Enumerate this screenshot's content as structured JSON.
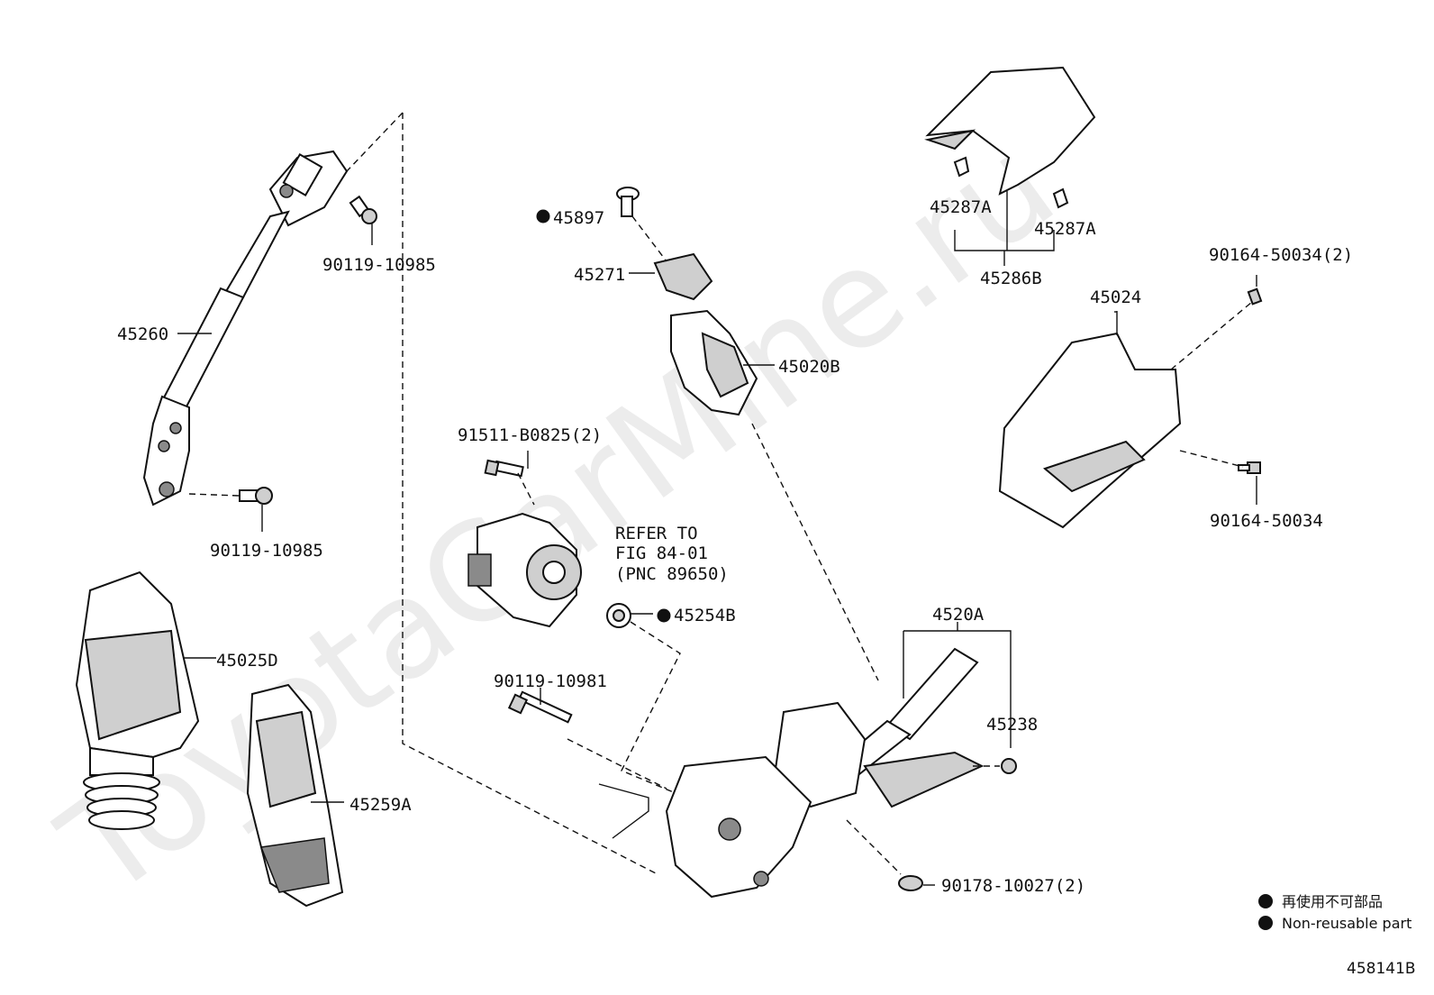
{
  "watermark": "ToyotaCarMine.ru",
  "diagram_code": "458141B",
  "legend": {
    "japanese": "再使用不可部品",
    "english": "Non-reusable part"
  },
  "labels": {
    "p45260": "45260",
    "p90119_10985_top": "90119-10985",
    "p90119_10985_bottom": "90119-10985",
    "p45025D": "45025D",
    "p45259A": "45259A",
    "p45897": "45897",
    "p45271": "45271",
    "p45020B": "45020B",
    "p91511": "91511-B0825(2)",
    "refer_line1": "REFER TO",
    "refer_line2": "FIG 84-01",
    "refer_line3": "(PNC 89650)",
    "p45254B": "45254B",
    "p90119_10981": "90119-10981",
    "p4520A": "4520A",
    "p45238": "45238",
    "p90178": "90178-10027(2)",
    "p45287A_left": "45287A",
    "p45287A_right": "45287A",
    "p45286B": "45286B",
    "p90164_50034_2": "90164-50034(2)",
    "p45024": "45024",
    "p90164_50034": "90164-50034"
  }
}
